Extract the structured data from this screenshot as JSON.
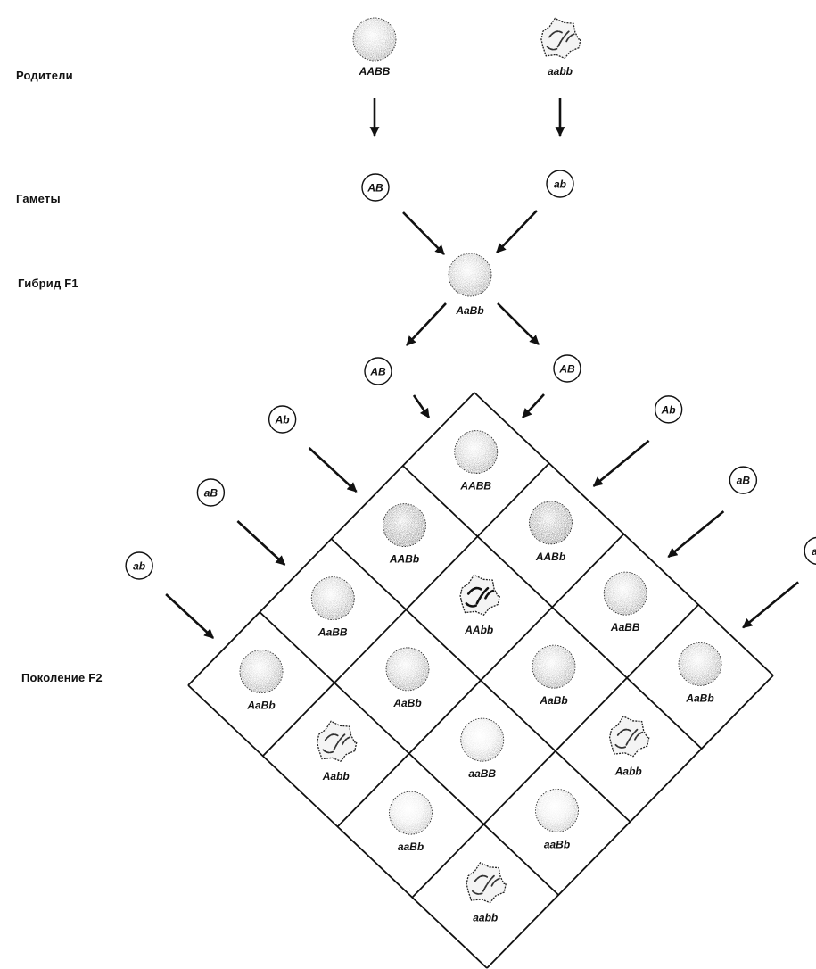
{
  "labels": {
    "parents": "Родители",
    "gametes": "Гаметы",
    "f1": "Гибрид F1",
    "f2": "Поколение F2"
  },
  "parents": [
    {
      "genotype": "AABB",
      "phenotype": "round"
    },
    {
      "genotype": "aabb",
      "phenotype": "wrinkled"
    }
  ],
  "parent_gametes": [
    "AB",
    "ab"
  ],
  "f1": {
    "genotype": "AaBb",
    "phenotype": "round"
  },
  "f1_gametes": [
    "AB",
    "AB"
  ],
  "grid": {
    "left_gametes": [
      "AB",
      "Ab",
      "aB",
      "ab"
    ],
    "right_gametes": [
      "AB",
      "Ab",
      "aB",
      "ab"
    ],
    "cells": [
      [
        {
          "genotype": "AABB",
          "phenotype": "round",
          "tone": "medium"
        },
        {
          "genotype": "AABb",
          "phenotype": "round",
          "tone": "dark"
        },
        {
          "genotype": "AaBB",
          "phenotype": "round",
          "tone": "medium"
        },
        {
          "genotype": "AaBb",
          "phenotype": "round",
          "tone": "medium"
        }
      ],
      [
        {
          "genotype": "AABb",
          "phenotype": "round",
          "tone": "dark"
        },
        {
          "genotype": "AAbb",
          "phenotype": "wrinkled",
          "tone": "dark"
        },
        {
          "genotype": "AaBb",
          "phenotype": "round",
          "tone": "medium"
        },
        {
          "genotype": "Aabb",
          "phenotype": "wrinkled",
          "tone": "medium"
        }
      ],
      [
        {
          "genotype": "AaBB",
          "phenotype": "round",
          "tone": "medium"
        },
        {
          "genotype": "AaBb",
          "phenotype": "round",
          "tone": "medium"
        },
        {
          "genotype": "aaBB",
          "phenotype": "round",
          "tone": "light"
        },
        {
          "genotype": "aaBb",
          "phenotype": "round",
          "tone": "light"
        }
      ],
      [
        {
          "genotype": "AaBb",
          "phenotype": "round",
          "tone": "medium"
        },
        {
          "genotype": "Aabb",
          "phenotype": "wrinkled",
          "tone": "medium"
        },
        {
          "genotype": "aaBb",
          "phenotype": "round",
          "tone": "light"
        },
        {
          "genotype": "aabb",
          "phenotype": "wrinkled",
          "tone": "light"
        }
      ]
    ]
  },
  "icons": {
    "round_seed": "round-seed-icon",
    "wrinkled_seed": "wrinkled-seed-icon",
    "gamete": "gamete-circle-icon",
    "arrow": "arrow-icon"
  },
  "colors": {
    "ink": "#111111",
    "background": "#ffffff"
  }
}
